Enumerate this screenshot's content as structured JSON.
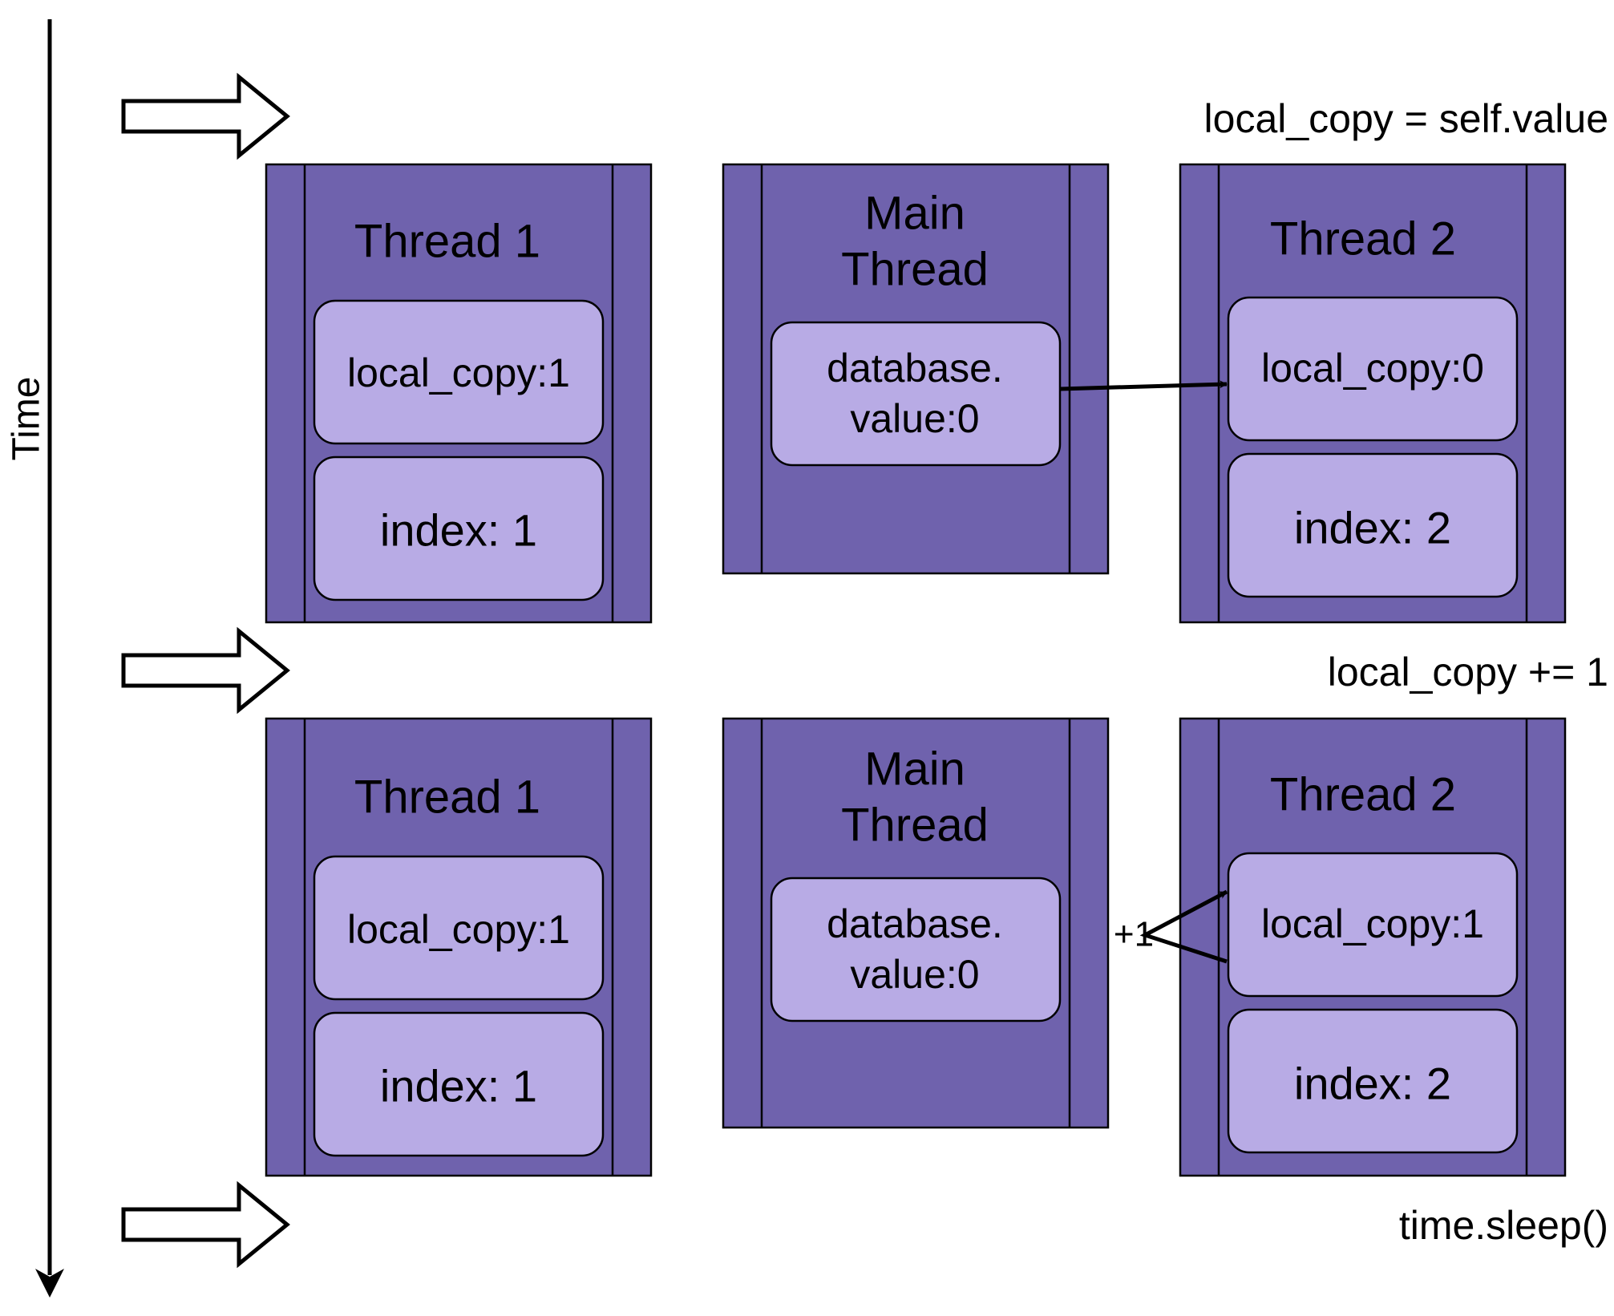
{
  "time_axis": {
    "label": "Time"
  },
  "steps": [
    {
      "code": "local_copy = self.value"
    },
    {
      "code": "local_copy += 1"
    },
    {
      "code": "time.sleep()"
    }
  ],
  "rows": [
    {
      "thread1": {
        "title": "Thread 1",
        "local_copy": "local_copy:1",
        "index": "index: 1"
      },
      "main": {
        "title_line1": "Main",
        "title_line2": "Thread",
        "value_line1": "database.",
        "value_line2": "value:0"
      },
      "thread2": {
        "title": "Thread 2",
        "local_copy": "local_copy:0",
        "index": "index: 2"
      }
    },
    {
      "thread1": {
        "title": "Thread 1",
        "local_copy": "local_copy:1",
        "index": "index: 1"
      },
      "main": {
        "title_line1": "Main",
        "title_line2": "Thread",
        "value_line1": "database.",
        "value_line2": "value:0"
      },
      "thread2": {
        "title": "Thread 2",
        "local_copy": "local_copy:1",
        "index": "index: 2"
      },
      "increment_label": "+1"
    }
  ],
  "colors": {
    "process_fill": "#6f62ad",
    "inner_fill": "#b8abe5",
    "stroke": "#000000"
  }
}
